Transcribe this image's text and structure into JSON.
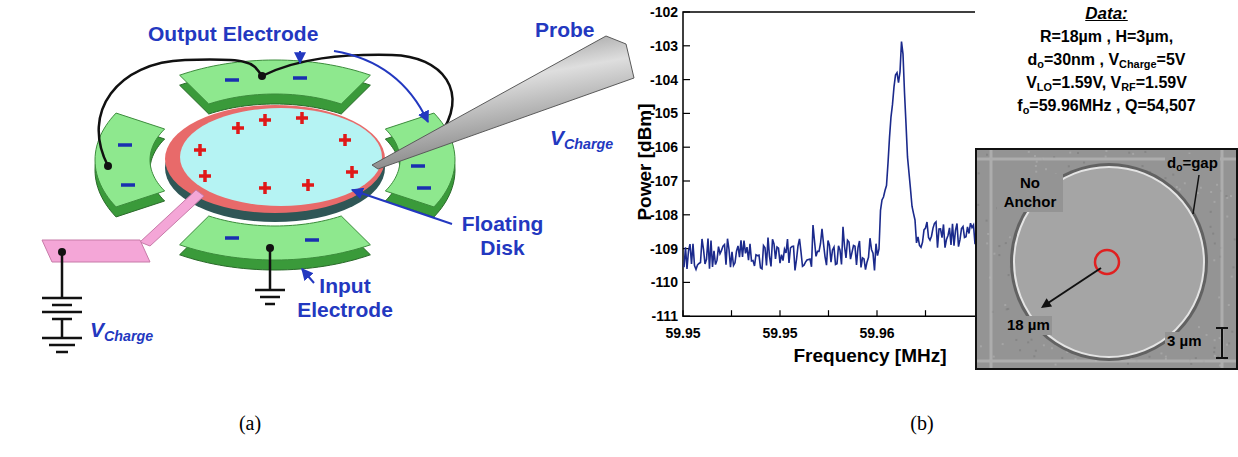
{
  "diagram": {
    "nodes": [
      {
        "text": [
          "Data:",
          "R=18µm , H=3µm,",
          "do=30nm , VCharge=5V",
          "VLO=1.59V, VRF=1.59V",
          "fo=59.96MHz , Q=54,507"
        ]
      },
      {
        "text": [
          "No Anchor",
          "do=gap",
          "18 µm",
          "3 µm"
        ],
        "in": 0
      }
    ],
    "labels": [
      "Output Electrode",
      "Probe",
      "VCharge",
      "Floating Disk",
      "Input Electrode",
      "VCharge",
      "(a)",
      "-102",
      "-103",
      "-104",
      "-105",
      "-106",
      "-107",
      "-108",
      "-109",
      "-110",
      "-111",
      "59.95",
      "59.95",
      "59.96",
      "Power [dBm]",
      "Frequency [MHz]",
      "(b)"
    ]
  }
}
